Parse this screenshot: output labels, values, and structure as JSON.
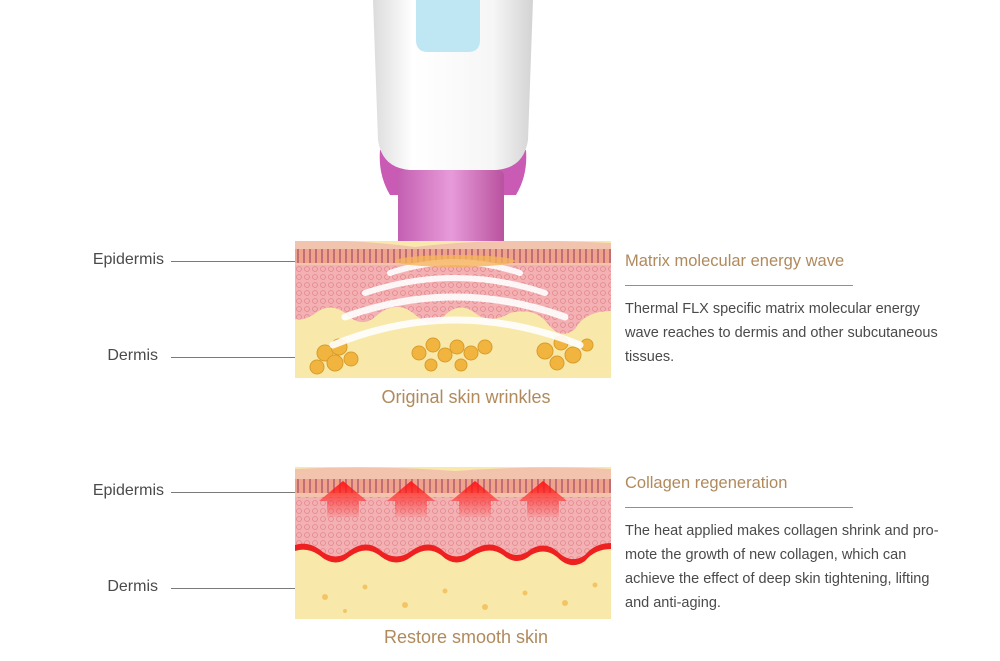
{
  "panel1": {
    "labels": {
      "epidermis": "Epidermis",
      "dermis": "Dermis"
    },
    "caption": "Original skin wrinkles",
    "heading": "Matrix molecular energy wave",
    "description_lines": [
      "Thermal FLX specific matrix molecular energy",
      "wave reaches to dermis and other subcutaneous",
      "tissues."
    ]
  },
  "panel2": {
    "labels": {
      "epidermis": "Epidermis",
      "dermis": "Dermis"
    },
    "caption": "Restore smooth skin",
    "heading": "Collagen regeneration",
    "description_lines": [
      "The heat applied makes collagen shrink and pro-",
      "mote the growth of new collagen, which can",
      "achieve the effect of deep skin tightening, lifting",
      "and anti-aging."
    ]
  },
  "colors": {
    "accent": "#b08a5c",
    "text": "#4a4a4a",
    "device_tip": "#d77fc6",
    "device_body": "#f2f2f2",
    "led": "#bfe7f3",
    "skin_top": "#eaa58c",
    "dermis_pink": "#f3b3b5",
    "fat_yellow": "#f7e7a4",
    "heat_red": "#ee1c1c"
  }
}
